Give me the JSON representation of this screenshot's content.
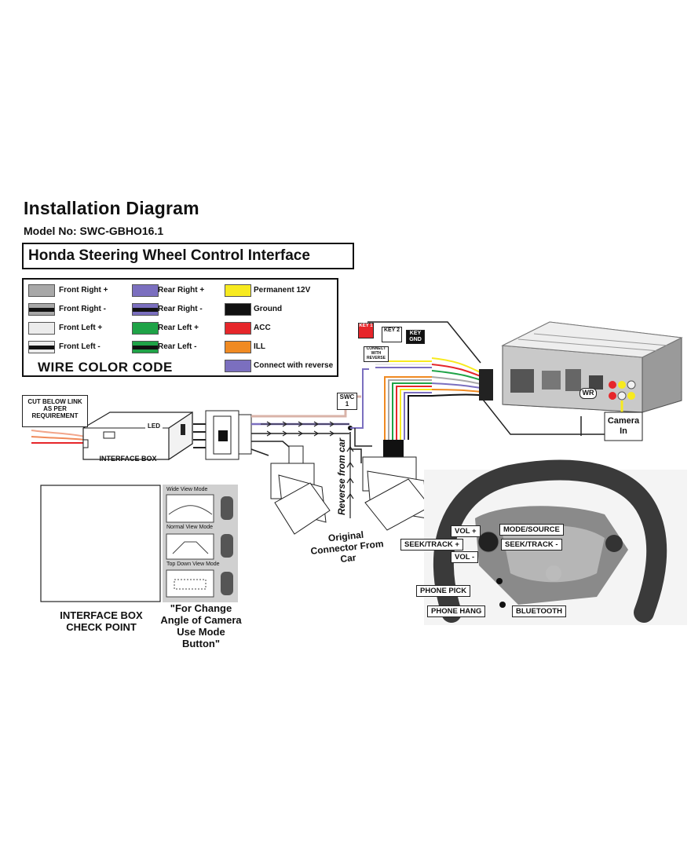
{
  "header": {
    "title": "Installation Diagram",
    "model": "Model No: SWC-GBHO16.1",
    "subtitle": "Honda Steering Wheel Control Interface"
  },
  "legend": {
    "heading": "WIRE COLOR CODE",
    "items": [
      {
        "label": "Front Right +",
        "color": "#a8a8a8",
        "stripe": ""
      },
      {
        "label": "Front Right -",
        "color": "#a8a8a8",
        "stripe": "#111111"
      },
      {
        "label": "Front Left +",
        "color": "#ececec",
        "stripe": ""
      },
      {
        "label": "Front Left -",
        "color": "#ececec",
        "stripe": "#111111"
      },
      {
        "label": "Rear Right +",
        "color": "#7b6fbf",
        "stripe": ""
      },
      {
        "label": "Rear Right -",
        "color": "#7b6fbf",
        "stripe": "#111111"
      },
      {
        "label": "Rear Left +",
        "color": "#1fa347",
        "stripe": ""
      },
      {
        "label": "Rear Left -",
        "color": "#1fa347",
        "stripe": "#111111"
      },
      {
        "label": "Permanent 12V",
        "color": "#f7ea1f",
        "stripe": ""
      },
      {
        "label": "Ground",
        "color": "#111111",
        "stripe": ""
      },
      {
        "label": "ACC",
        "color": "#e6262a",
        "stripe": ""
      },
      {
        "label": "ILL",
        "color": "#f08a22",
        "stripe": ""
      },
      {
        "label": "Connect with reverse",
        "color": "#7b6fbf",
        "stripe": ""
      }
    ]
  },
  "labels": {
    "cut_link": "CUT BELOW LINK AS PER REQUIREMENT",
    "led": "LED",
    "interface_box": "INTERFACE BOX",
    "swc": "SWC 1",
    "key1": "KEY 1",
    "key2": "KEY 2",
    "key_gnd": "KEY GND",
    "connect_reverse": "CONNECT WITH REVERSE",
    "wr": "WR",
    "camera_in": "Camera In",
    "reverse_from_car": "Reverse from car",
    "original_connector": "Original Connector From Car",
    "interface_check": "INTERFACE BOX CHECK POINT",
    "camera_mode_note": "\"For Change Angle of Camera Use Mode Button\""
  },
  "camera_views": {
    "wide": "Wide View Mode",
    "normal": "Normal View Mode",
    "top": "Top Down View Mode"
  },
  "steering": {
    "vol_plus": "VOL +",
    "vol_minus": "VOL -",
    "mode_source": "MODE/SOURCE",
    "seek_plus": "SEEK/TRACK +",
    "seek_minus": "SEEK/TRACK -",
    "phone_pick": "PHONE PICK",
    "phone_hang": "PHONE HANG",
    "bluetooth": "BLUETOOTH"
  }
}
